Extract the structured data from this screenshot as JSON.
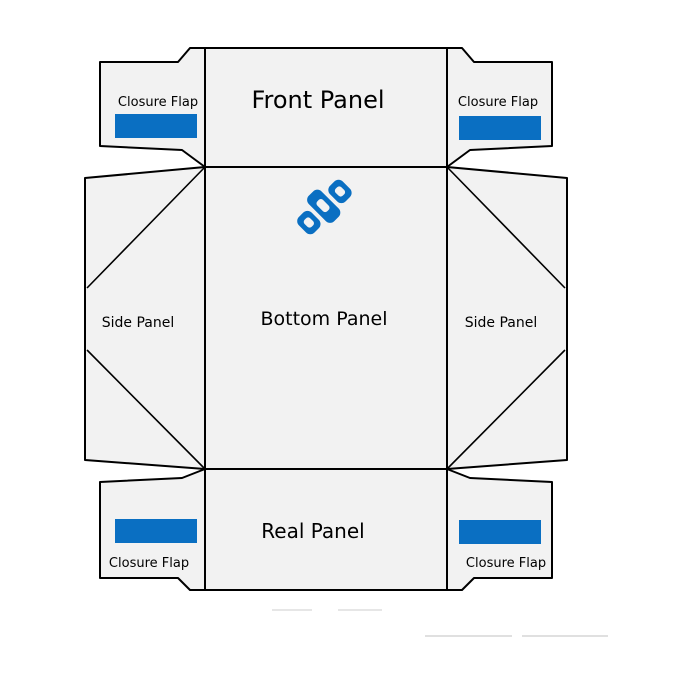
{
  "colors": {
    "panel_fill": "#f2f2f2",
    "outline": "#000000",
    "accent": "#0a6fc2",
    "background": "#ffffff"
  },
  "labels": {
    "front_panel": "Front Panel",
    "bottom_panel": "Bottom Panel",
    "rear_panel": "Real Panel",
    "side_panel_left": "Side Panel",
    "side_panel_right": "Side Panel",
    "closure_flap_top_left": "Closure Flap",
    "closure_flap_top_right": "Closure Flap",
    "closure_flap_bottom_left": "Closure Flap",
    "closure_flap_bottom_right": "Closure Flap"
  },
  "icons": {
    "logo": "brand-logo-icon"
  }
}
